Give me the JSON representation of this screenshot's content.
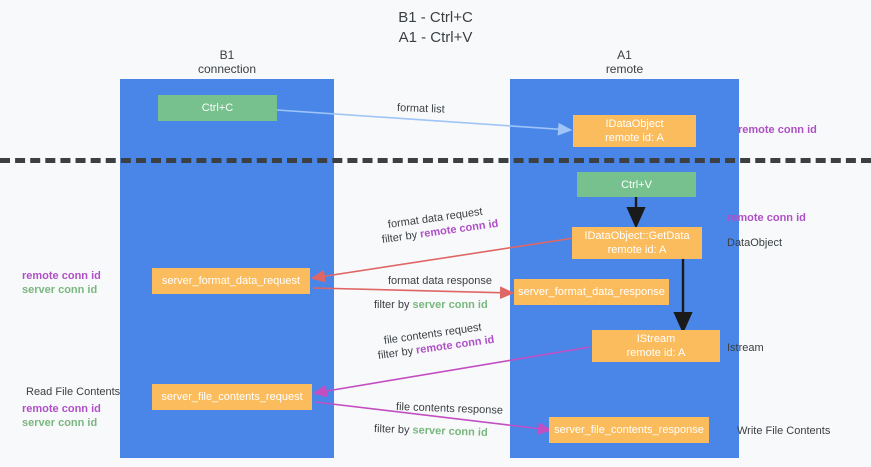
{
  "title": {
    "line1": "B1 - Ctrl+C",
    "line2": "A1 - Ctrl+V"
  },
  "columns": [
    {
      "name": "B1",
      "role": "connection"
    },
    {
      "name": "A1",
      "role": "remote"
    }
  ],
  "nodes": {
    "ctrl_c": "Ctrl+C",
    "ctrl_v": "Ctrl+V",
    "idataobject_l1": "IDataObject",
    "idataobject_l2": "remote id: A",
    "getdata_l1": "IDataObject::GetData",
    "getdata_l2": "remote id: A",
    "istream_l1": "IStream",
    "istream_l2": "remote id: A",
    "server_format_data_request": "server_format_data_request",
    "server_format_data_response": "server_format_data_response",
    "server_file_contents_request": "server_file_contents_request",
    "server_file_contents_response": "server_file_contents_response"
  },
  "edges": {
    "format_list": "format list",
    "format_data_request": "format data request",
    "format_data_request_filter_prefix": "filter by ",
    "format_data_request_filter_key": "remote conn id",
    "format_data_response": "format data response",
    "format_data_response_filter_prefix": "filter by ",
    "format_data_response_filter_key": "server conn id",
    "file_contents_request": "file contents request",
    "file_contents_request_filter_prefix": "filter by ",
    "file_contents_request_filter_key": "remote conn id",
    "file_contents_response": "file contents response",
    "file_contents_response_filter_prefix": "filter by ",
    "file_contents_response_filter_key": "server conn id"
  },
  "annotations": {
    "right_remote_conn_id_top": "remote conn id",
    "right_remote_conn_id_mid": "remote conn id",
    "right_dataobject": "DataObject",
    "right_istream": "Istream",
    "right_write_file_contents": "Write File Contents",
    "left_remote_conn_id": "remote conn id",
    "left_server_conn_id": "server conn id",
    "left_read_file_contents": "Read File Contents",
    "left_remote_conn_id_2": "remote conn id",
    "left_server_conn_id_2": "server conn id"
  },
  "colors": {
    "lane": "#4a86e8",
    "node_green": "#76c18e",
    "node_orange": "#fbbc5e",
    "purple": "#b050c8",
    "green_text": "#79b77f",
    "arrow_blue": "#9fc5f8",
    "arrow_red": "#e06666",
    "arrow_magenta": "#c24ec2",
    "arrow_black": "#1a1a1a",
    "divider": "#3c4043",
    "background": "#f8f9fa"
  }
}
